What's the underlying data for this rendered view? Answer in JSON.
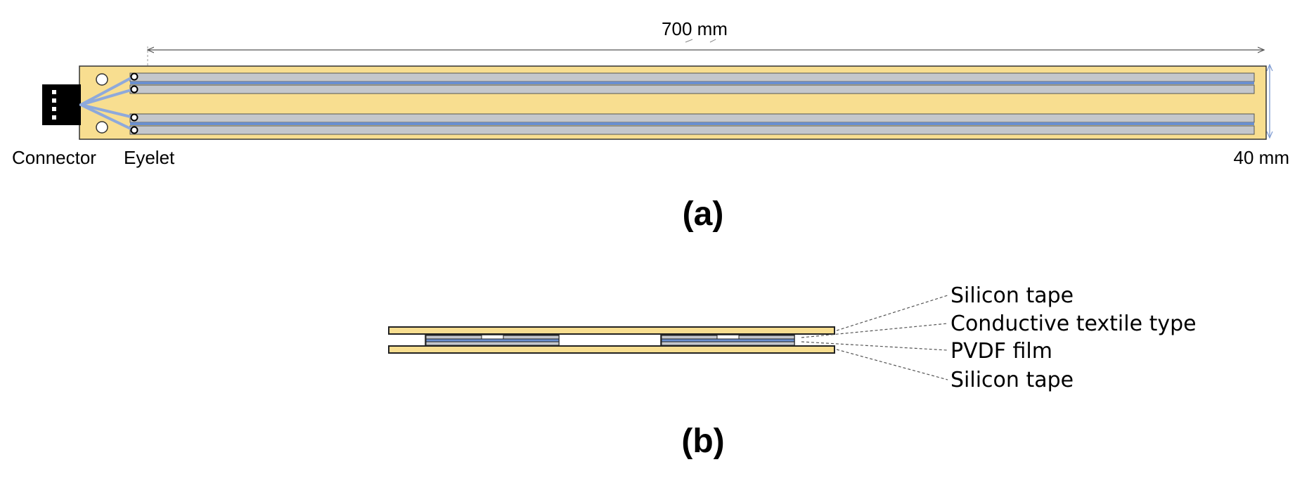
{
  "figure_a": {
    "length_label": "700 mm",
    "width_label": "40 mm",
    "connector_label": "Connector",
    "eyelet_label": "Eyelet",
    "caption": "(a)"
  },
  "figure_b": {
    "layers": [
      "Silicon tape",
      "Conductive textile type",
      "PVDF film",
      "Silicon tape"
    ],
    "caption": "(b)"
  },
  "colors": {
    "tape": "#f8de90",
    "electrode": "#c4c7cc",
    "pvdf": "#6a8fcf",
    "wire": "#8ea9db",
    "connector": "#000000",
    "dimension_line": "#666666",
    "width_line": "#7e9bd1"
  }
}
